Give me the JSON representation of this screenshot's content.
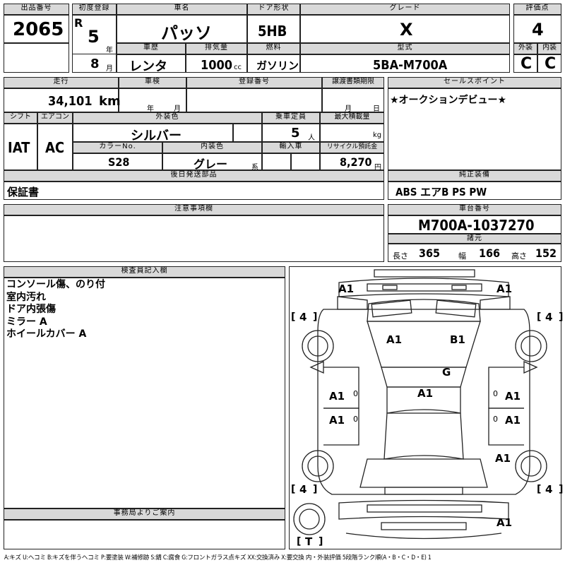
{
  "labels": {
    "lot_no": "出品番号",
    "first_reg": "初度登録",
    "car_name": "車名",
    "door": "ドア形状",
    "grade": "グレード",
    "score": "評価点",
    "year_unit": "年",
    "month_unit": "月",
    "history": "車歴",
    "displacement": "排気量",
    "fuel": "燃料",
    "model": "型式",
    "exterior": "外装",
    "interior": "内装",
    "mileage": "走行",
    "inspection": "車検",
    "reg_no": "登録番号",
    "transfer": "譲渡書類期限",
    "sales_point": "セールスポイント",
    "shift": "シフト",
    "aircon": "エアコン",
    "ext_color": "外装色",
    "seats": "乗車定員",
    "max_load": "最大積載量",
    "color_no": "カラーNo.",
    "int_color": "内装色",
    "import": "輸入車",
    "recycle": "リサイクル預託金",
    "later_parts": "後日発送部品",
    "equipment": "純正装備",
    "notes": "注意事項欄",
    "chassis": "車台番号",
    "specs": "諸元",
    "inspector": "検査員記入欄",
    "office": "事務局よりご案内",
    "km": "km",
    "cc": "cc",
    "person": "人",
    "kg": "kg",
    "yen": "円",
    "kei": "系",
    "length": "長さ",
    "width": "幅",
    "height": "高さ"
  },
  "values": {
    "lot_no": "2065",
    "era": "R",
    "year": "5",
    "month": "8",
    "car_name": "パッソ",
    "door": "5HB",
    "grade": "X",
    "score": "4",
    "history": "レンタ",
    "displacement": "1000",
    "fuel": "ガソリン",
    "model": "5BA-M700A",
    "exterior": "C",
    "interior": "C",
    "mileage": "34,101",
    "shift": "IAT",
    "aircon": "AC",
    "ext_color": "シルバー",
    "seats": "5",
    "color_no": "S28",
    "int_color": "グレー",
    "recycle": "8,270",
    "later_parts": "保証書",
    "equipment": "ABS エアB PS PW",
    "sales_point": "★オークションデビュー★",
    "chassis": "M700A-1037270",
    "length": "365",
    "width": "166",
    "height": "152"
  },
  "inspector_notes": [
    "コンソール傷、のり付",
    "室内汚れ",
    "ドア内張傷",
    "ミラー A",
    "ホイールカバー A"
  ],
  "legend": "A:キズ U:ヘコミ B:キズを伴うヘコミ P:要塗装 W:補修跡 S:錆 C:腐食 G:フロントガラス点キズ XX:交換済み X:要交換 内・外装評価 5段階ランク順(A・B・C・D・E) 1",
  "diagram": {
    "marks": {
      "front_left": "A1",
      "front_right": "A1",
      "hood_left": "A1",
      "hood_right": "B1",
      "windshield": "G",
      "roof": "A1",
      "door_fl": "A1",
      "door_fr": "A1",
      "door_rl": "A1",
      "door_rr": "A1",
      "rear_fender_r": "A1",
      "rear_bumper_r": "A1"
    },
    "tires": {
      "fl": "4",
      "fr": "4",
      "rl": "4",
      "rr": "4"
    },
    "spare": "T",
    "zero_fl": "0",
    "zero_fr": "0",
    "zero_rl": "0",
    "zero_rr": "0"
  }
}
